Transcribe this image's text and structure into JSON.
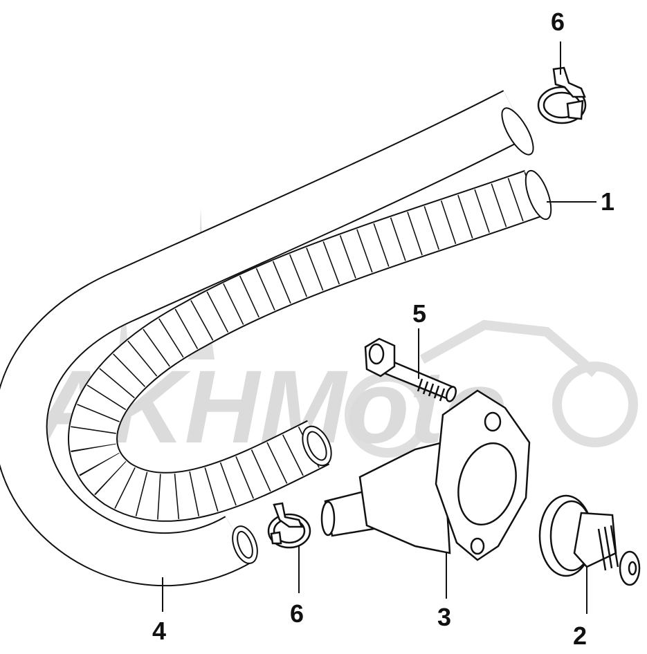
{
  "diagram": {
    "watermark": {
      "text": "AKHMoto",
      "color": "#d6d6d6"
    },
    "line_color": "#111111",
    "callouts": [
      {
        "part_id": "hose-spiral",
        "label": "1"
      },
      {
        "part_id": "drain-plug",
        "label": "2"
      },
      {
        "part_id": "thermostat-housing",
        "label": "3"
      },
      {
        "part_id": "hose-long",
        "label": "4"
      },
      {
        "part_id": "bolt",
        "label": "5"
      },
      {
        "part_id": "clamp-top",
        "label": "6"
      },
      {
        "part_id": "clamp-bottom",
        "label": "6"
      }
    ]
  }
}
